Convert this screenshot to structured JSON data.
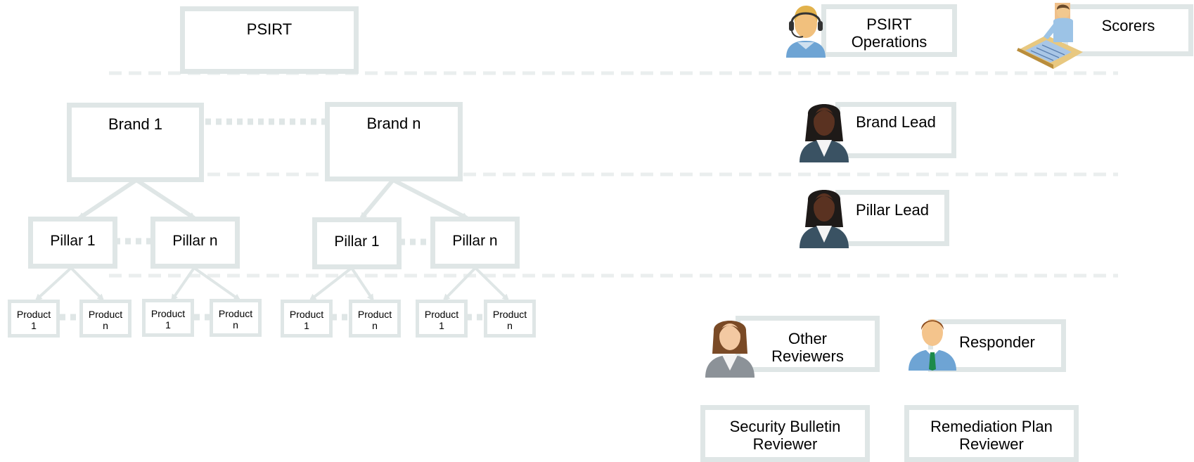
{
  "hierarchy": {
    "root": "PSIRT",
    "brands": [
      "Brand 1",
      "Brand n"
    ],
    "pillars": {
      "brand_1": [
        "Pillar 1",
        "Pillar n"
      ],
      "brand_n": [
        "Pillar 1",
        "Pillar n"
      ]
    },
    "products": {
      "b1_p1": [
        "Product\n1",
        "Product\nn"
      ],
      "b1_pn": [
        "Product\n1",
        "Product\nn"
      ],
      "bn_p1": [
        "Product\n1",
        "Product\nn"
      ],
      "bn_pn": [
        "Product\n1",
        "Product\nn"
      ]
    }
  },
  "roles": {
    "psirt_operations": "PSIRT\nOperations",
    "scorers": "Scorers",
    "brand_lead": "Brand Lead",
    "pillar_lead": "Pillar Lead",
    "other_reviewers": "Other\nReviewers",
    "responder": "Responder",
    "security_bulletin_reviewer": "Security Bulletin\nReviewer",
    "remediation_plan_reviewer": "Remediation Plan\nReviewer"
  },
  "icons": {
    "operator": "headset-operator-icon",
    "scorer": "scorer-at-desk-icon",
    "lead": "woman-lead-icon",
    "reviewer": "woman-reviewer-icon",
    "responder": "man-responder-icon"
  },
  "colors": {
    "box_border": "#dfe6e6",
    "connector": "#dfe6e6",
    "separator": "#eaeeee"
  }
}
